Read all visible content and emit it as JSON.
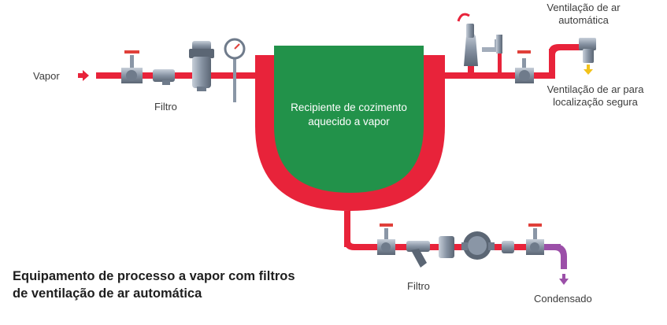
{
  "labels": {
    "steam_inlet": "Vapor",
    "strainer_top": "Filtro",
    "strainer_bottom": "Filtro",
    "air_vent_line1": "Ventilação de ar",
    "air_vent_line2": "automática",
    "air_safe_line1": "Ventilação de ar para",
    "air_safe_line2": "localização segura",
    "vessel_line1": "Recipiente de cozimento",
    "vessel_line2": "aquecido a vapor",
    "condensate": "Condensado"
  },
  "caption": {
    "line1": "Equipamento de processo a vapor com filtros",
    "line2": "de ventilação de ar automática"
  },
  "colors": {
    "steam_pipe": "#e8233a",
    "condensate_pipe": "#9b4fa8",
    "vessel_fill": "#22924a",
    "vessel_jacket": "#e8233a",
    "fitting_metal": "#8a96a6",
    "fitting_dark": "#5b6674",
    "valve_handle": "#e0403a",
    "air_arrow": "#f2c21b"
  },
  "icons": {
    "inlet_arrow": "arrow-right-icon",
    "condensate_arrow": "arrow-down-icon",
    "vent_arrow": "arrow-down-icon"
  }
}
